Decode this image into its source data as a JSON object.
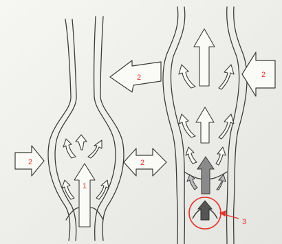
{
  "labels": {
    "left_arrow": "2",
    "center_top_arrow": "2",
    "center_mid_arrow": "2",
    "right_arrow": "2",
    "inner_arrow": "1",
    "valve_callout": "3"
  },
  "colors": {
    "paper": "#f4f4f1",
    "pencil": "#3b3b3b",
    "annotation": "#e0352b",
    "shading": "#8a8a8a"
  }
}
